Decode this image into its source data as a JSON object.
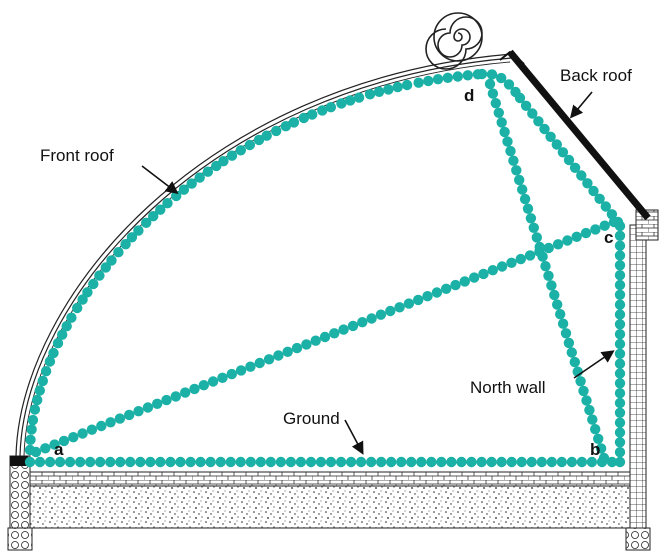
{
  "labels": {
    "front_roof": "Front roof",
    "back_roof": "Back roof",
    "north_wall": "North wall",
    "ground": "Ground"
  },
  "points": {
    "a": "a",
    "b": "b",
    "c": "c",
    "d": "d"
  },
  "colors": {
    "sensor_dot": "#1bb1a6",
    "line": "#111111",
    "background": "#ffffff"
  },
  "icons": {
    "roll": "rolled-insulation-blanket-icon",
    "arrow": "arrow-icon"
  }
}
